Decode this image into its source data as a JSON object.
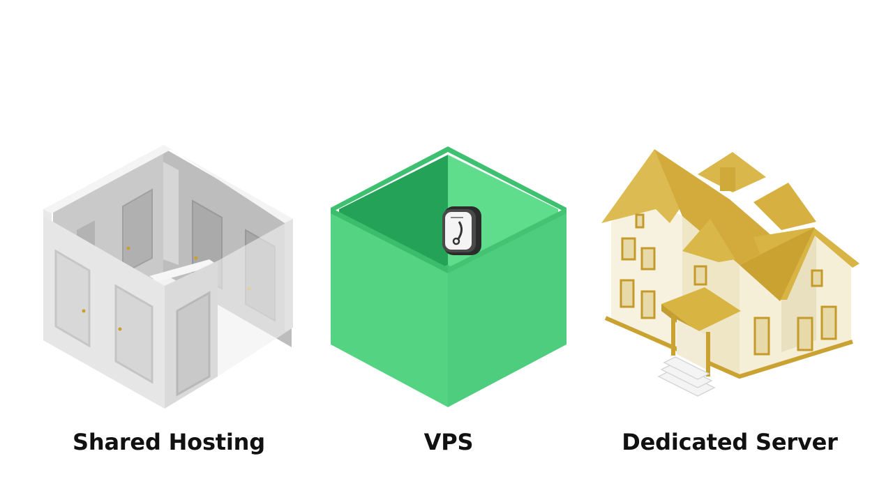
{
  "items": [
    {
      "label": "Shared Hosting",
      "icon": "rooms-with-doors-icon",
      "color": "#e8e8e8"
    },
    {
      "label": "VPS",
      "icon": "green-box-with-gauge-icon",
      "color": "#4fd17f"
    },
    {
      "label": "Dedicated Server",
      "icon": "house-icon",
      "color": "#d4b143"
    }
  ]
}
